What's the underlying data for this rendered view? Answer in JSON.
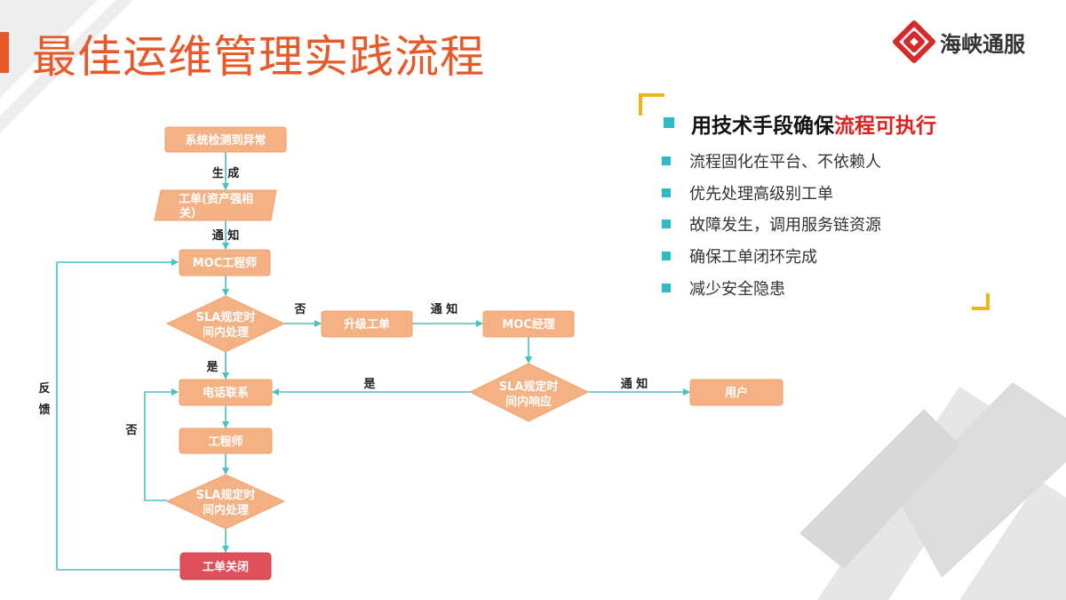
{
  "slide": {
    "title": "最佳运维管理实践流程",
    "logo_text": "海峡通服"
  },
  "points": {
    "heading_plain": "用技术手段确保",
    "heading_highlight": "流程可执行",
    "items": [
      "流程固化在平台、不依赖人",
      "优先处理高级别工单",
      "故障发生，调用服务链资源",
      "确保工单闭环完成",
      "减少安全隐患"
    ]
  },
  "flow": {
    "nodes": {
      "detect": "系统检测到异常",
      "ticket_line1": "工单(资产强相",
      "ticket_line2": "关）",
      "moc_engineer": "MOC工程师",
      "sla1_line1": "SLA规定时",
      "sla1_line2": "间内处理",
      "escalate": "升级工单",
      "moc_manager": "MOC经理",
      "sla_resp_line1": "SLA规定时",
      "sla_resp_line2": "间内响应",
      "user": "用户",
      "phone": "电话联系",
      "engineer": "工程师",
      "sla2_line1": "SLA规定时",
      "sla2_line2": "间内处理",
      "close": "工单关闭"
    },
    "labels": {
      "generate": "生 成",
      "notify1": "通 知",
      "no1": "否",
      "notify2": "通 知",
      "yes1": "是",
      "yes2": "是",
      "notify3": "通 知",
      "no2": "否",
      "feedback_1": "反",
      "feedback_2": "馈"
    },
    "colors": {
      "node_fill": "#f4b183",
      "node_stroke": "#f0a070",
      "close_fill": "#e0505a",
      "connector": "#45c2c2"
    }
  }
}
